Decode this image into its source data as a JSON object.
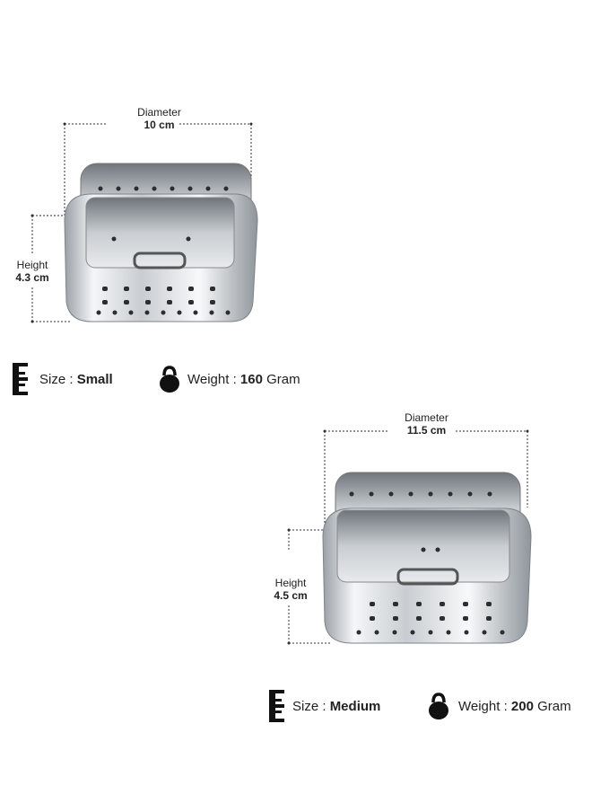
{
  "products": [
    {
      "diameter_label": "Diameter",
      "diameter_value": "10 cm",
      "height_label": "Height",
      "height_value": "4.3 cm",
      "size_label": "Size :",
      "size_value": "Small",
      "weight_label": "Weight :",
      "weight_value": "160",
      "weight_unit": "Gram"
    },
    {
      "diameter_label": "Diameter",
      "diameter_value": "11.5 cm",
      "height_label": "Height",
      "height_value": "4.5 cm",
      "size_label": "Size :",
      "size_value": "Medium",
      "weight_label": "Weight :",
      "weight_value": "200",
      "weight_unit": "Gram"
    }
  ],
  "icons": {
    "size": "ruler-icon",
    "weight": "kettlebell-weight-icon"
  }
}
